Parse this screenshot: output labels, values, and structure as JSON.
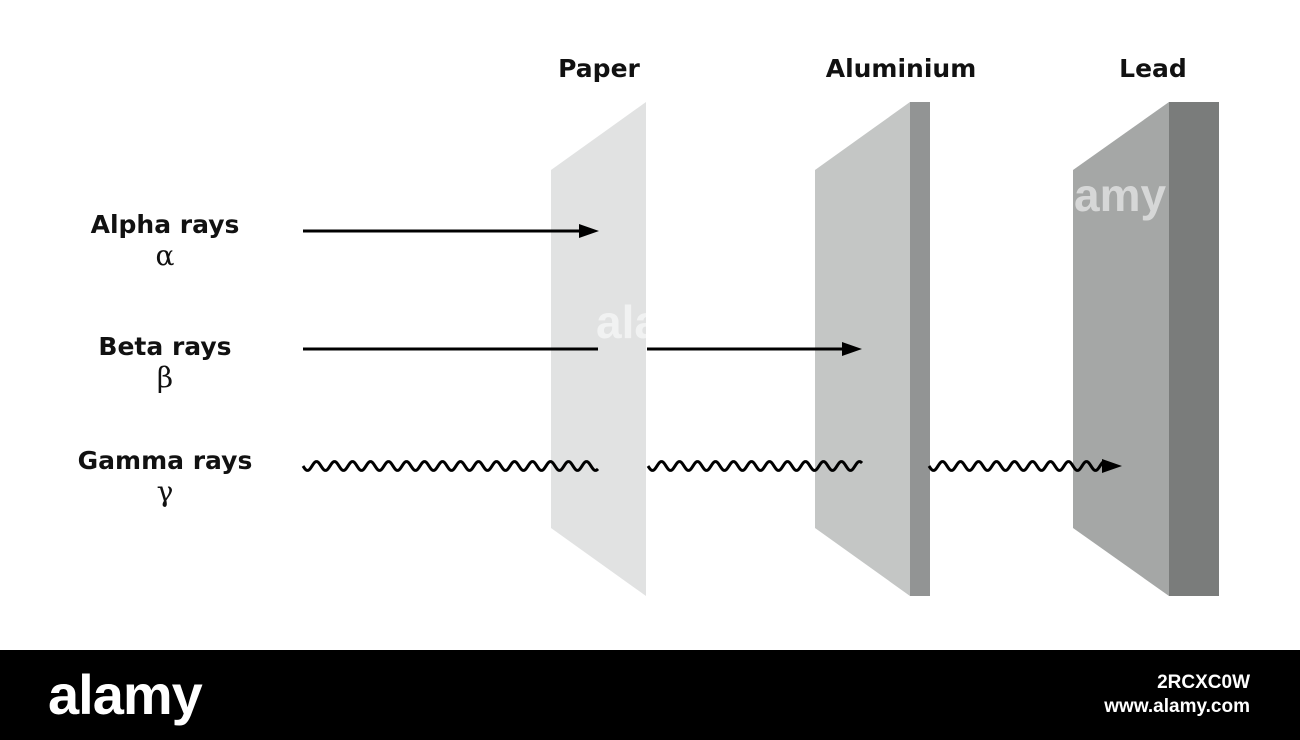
{
  "barriers": [
    {
      "label": "Paper",
      "front_color": "#e1e2e2",
      "side_color": "#e1e2e2"
    },
    {
      "label": "Aluminium",
      "front_color": "#c4c6c5",
      "side_color": "#929494"
    },
    {
      "label": "Lead",
      "front_color": "#a5a7a6",
      "side_color": "#7a7c7b"
    }
  ],
  "rays": [
    {
      "name": "Alpha rays",
      "symbol": "α",
      "stops_at": "Paper",
      "style": "straight"
    },
    {
      "name": "Beta rays",
      "symbol": "β",
      "stops_at": "Aluminium",
      "style": "straight"
    },
    {
      "name": "Gamma rays",
      "symbol": "γ",
      "stops_at": "Lead",
      "style": "wavy"
    }
  ],
  "footer": {
    "brand": "alamy",
    "stock_id": "2RCXC0W",
    "url": "www.alamy.com"
  },
  "colors": {
    "ray": "#000000",
    "footer_bg": "#000000"
  }
}
